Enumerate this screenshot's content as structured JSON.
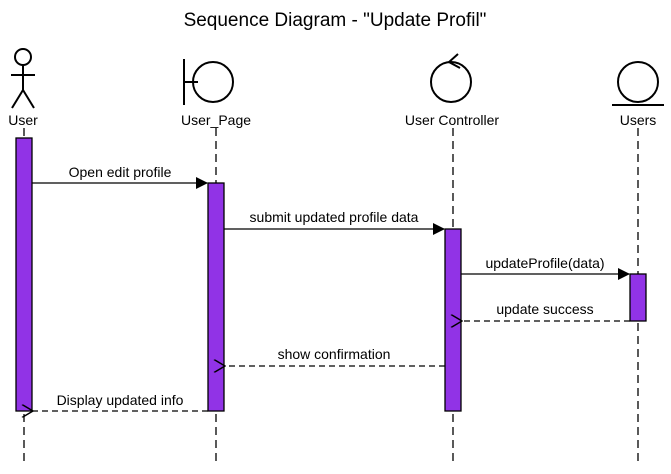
{
  "title": "Sequence Diagram - \"Update Profil\"",
  "colors": {
    "activation": "#9133e6",
    "line": "#000000"
  },
  "participants": [
    {
      "name": "User",
      "icon": "actor-icon"
    },
    {
      "name": "User_Page",
      "icon": "boundary-icon"
    },
    {
      "name": "User Controller",
      "icon": "control-icon"
    },
    {
      "name": "Users",
      "icon": "entity-icon"
    }
  ],
  "messages": [
    {
      "label": "Open edit profile",
      "from": "User",
      "to": "User_Page",
      "style": "sync"
    },
    {
      "label": "submit updated profile data",
      "from": "User_Page",
      "to": "User Controller",
      "style": "sync"
    },
    {
      "label": "updateProfile(data)",
      "from": "User Controller",
      "to": "Users",
      "style": "sync"
    },
    {
      "label": "update success",
      "from": "Users",
      "to": "User Controller",
      "style": "return"
    },
    {
      "label": "show confirmation",
      "from": "User Controller",
      "to": "User_Page",
      "style": "return"
    },
    {
      "label": "Display updated info",
      "from": "User_Page",
      "to": "User",
      "style": "return"
    }
  ]
}
